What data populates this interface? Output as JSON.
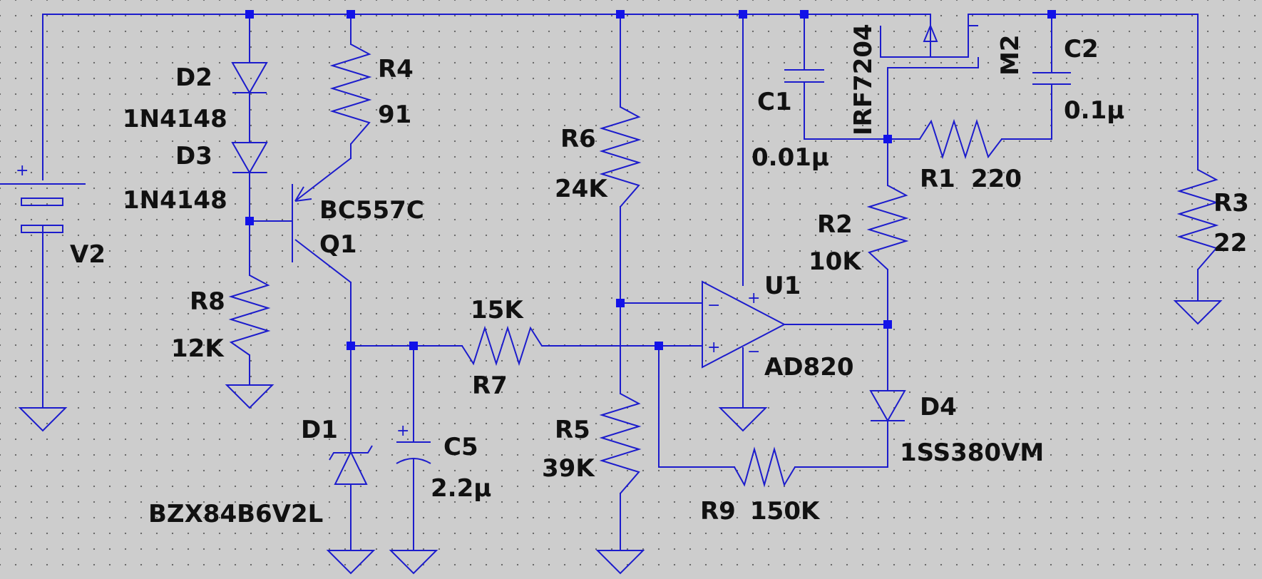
{
  "components": {
    "V2": {
      "ref": "V2"
    },
    "D1": {
      "ref": "D1",
      "value": "BZX84B6V2L"
    },
    "D2": {
      "ref": "D2",
      "value": "1N4148"
    },
    "D3": {
      "ref": "D3",
      "value": "1N4148"
    },
    "D4": {
      "ref": "D4",
      "value": "1SS380VM"
    },
    "Q1": {
      "ref": "Q1",
      "value": "BC557C"
    },
    "M2": {
      "ref": "M2",
      "value": "IRF7204"
    },
    "U1": {
      "ref": "U1",
      "value": "AD820"
    },
    "R1": {
      "ref": "R1",
      "value": "220"
    },
    "R2": {
      "ref": "R2",
      "value": "10K"
    },
    "R3": {
      "ref": "R3",
      "value": "22"
    },
    "R4": {
      "ref": "R4",
      "value": "91"
    },
    "R5": {
      "ref": "R5",
      "value": "39K"
    },
    "R6": {
      "ref": "R6",
      "value": "24K"
    },
    "R7": {
      "ref": "R7",
      "value": "15K"
    },
    "R8": {
      "ref": "R8",
      "value": "12K"
    },
    "R9": {
      "ref": "R9",
      "value": "150K"
    },
    "C1": {
      "ref": "C1",
      "value": "0.01µ"
    },
    "C2": {
      "ref": "C2",
      "value": "0.1µ"
    },
    "C5": {
      "ref": "C5",
      "value": "2.2µ"
    }
  },
  "polarity": {
    "plus": "+",
    "minus": "−"
  },
  "colors": {
    "wire": "#1c1ccc",
    "junction": "#1212e8",
    "background": "#cdcdcd",
    "text": "#111111"
  }
}
